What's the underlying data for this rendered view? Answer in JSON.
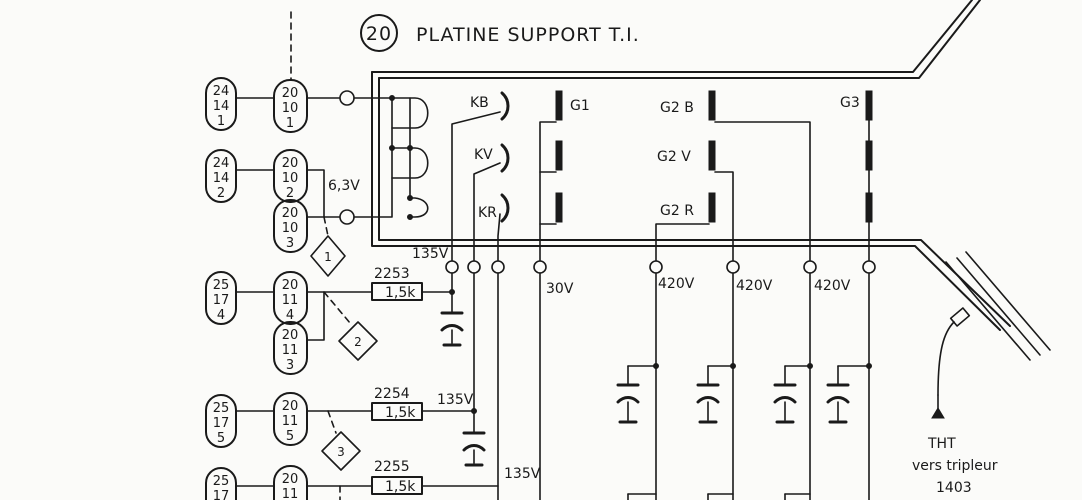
{
  "title": {
    "number": "20",
    "text": "PLATINE SUPPORT T.I."
  },
  "connectors_outer": [
    [
      "24",
      "14",
      "1"
    ],
    [
      "24",
      "14",
      "2"
    ],
    [
      "25",
      "17",
      "4"
    ],
    [
      "25",
      "17",
      "5"
    ],
    [
      "25",
      "17"
    ]
  ],
  "connectors_main": [
    [
      "20",
      "10",
      "1"
    ],
    [
      "20",
      "10",
      "2"
    ],
    [
      "20",
      "10",
      "3"
    ],
    [
      "20",
      "11",
      "4"
    ],
    [
      "20",
      "11",
      "3"
    ],
    [
      "20",
      "11",
      "5"
    ],
    [
      "20",
      "11"
    ]
  ],
  "heater_voltage": "6,3V",
  "resistors": [
    {
      "ref": "2253",
      "value": "1,5k"
    },
    {
      "ref": "2254",
      "value": "1,5k"
    },
    {
      "ref": "2255",
      "value": "1,5k"
    }
  ],
  "diamond_labels": [
    "1",
    "2",
    "3"
  ],
  "cathodes": [
    "KB",
    "KV",
    "KR"
  ],
  "grids": {
    "g1": "G1",
    "g2b": "G2 B",
    "g2v": "G2 V",
    "g2r": "G2 R",
    "g3": "G3"
  },
  "voltages": {
    "v135a": "135V",
    "v135b": "135V",
    "v135c": "135V",
    "v30": "30V",
    "v420a": "420V",
    "v420b": "420V",
    "v420c": "420V"
  },
  "tht": {
    "label": "THT",
    "line1": "vers tripleur",
    "line2": "1403"
  }
}
